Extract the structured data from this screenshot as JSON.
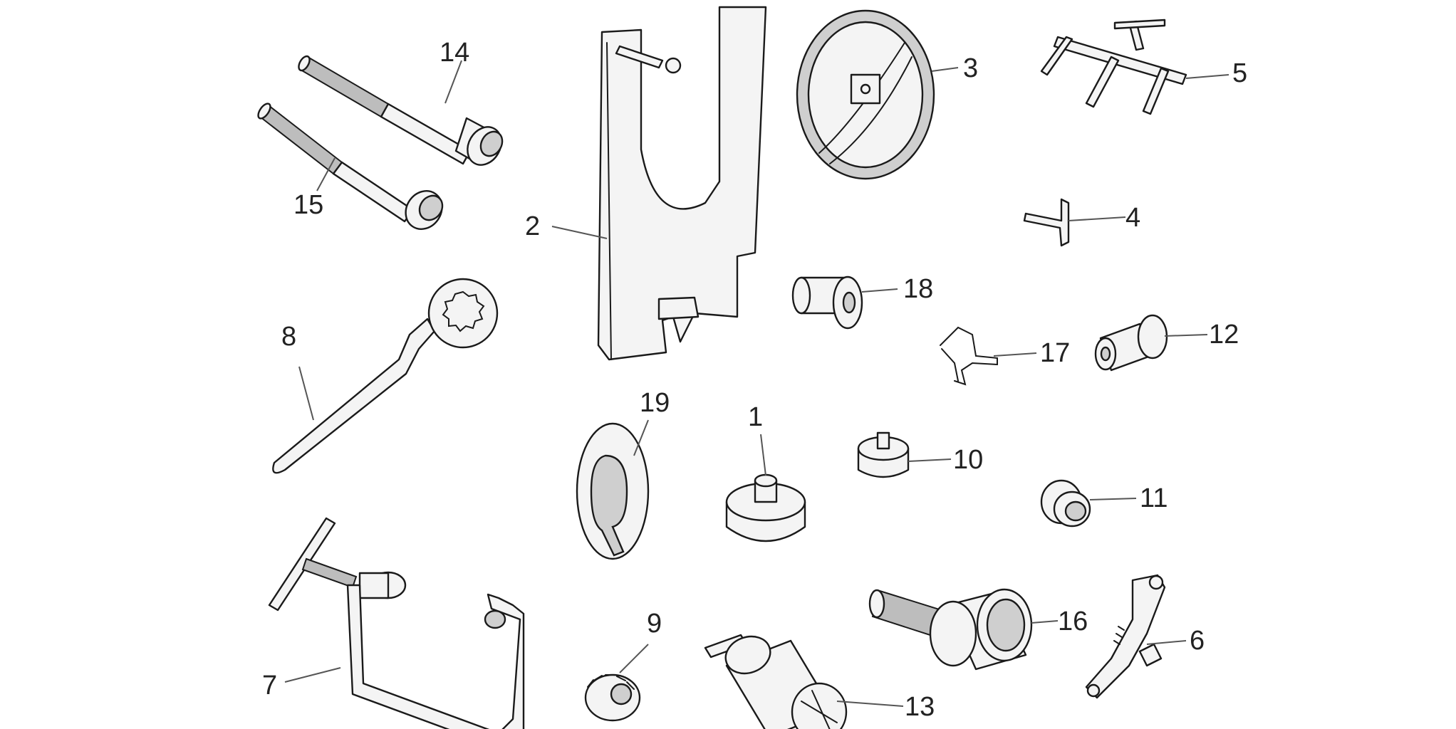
{
  "callouts": {
    "c1": "1",
    "c2": "2",
    "c3": "3",
    "c4": "4",
    "c5": "5",
    "c6": "6",
    "c7": "7",
    "c8": "8",
    "c9": "9",
    "c10": "10",
    "c11": "11",
    "c12": "12",
    "c13": "13",
    "c14": "14",
    "c15": "15",
    "c16": "16",
    "c17": "17",
    "c18": "18",
    "c19": "19"
  },
  "colors": {
    "line": "#1a1a1a",
    "fill": "#f4f4f4",
    "background": "#ffffff"
  }
}
